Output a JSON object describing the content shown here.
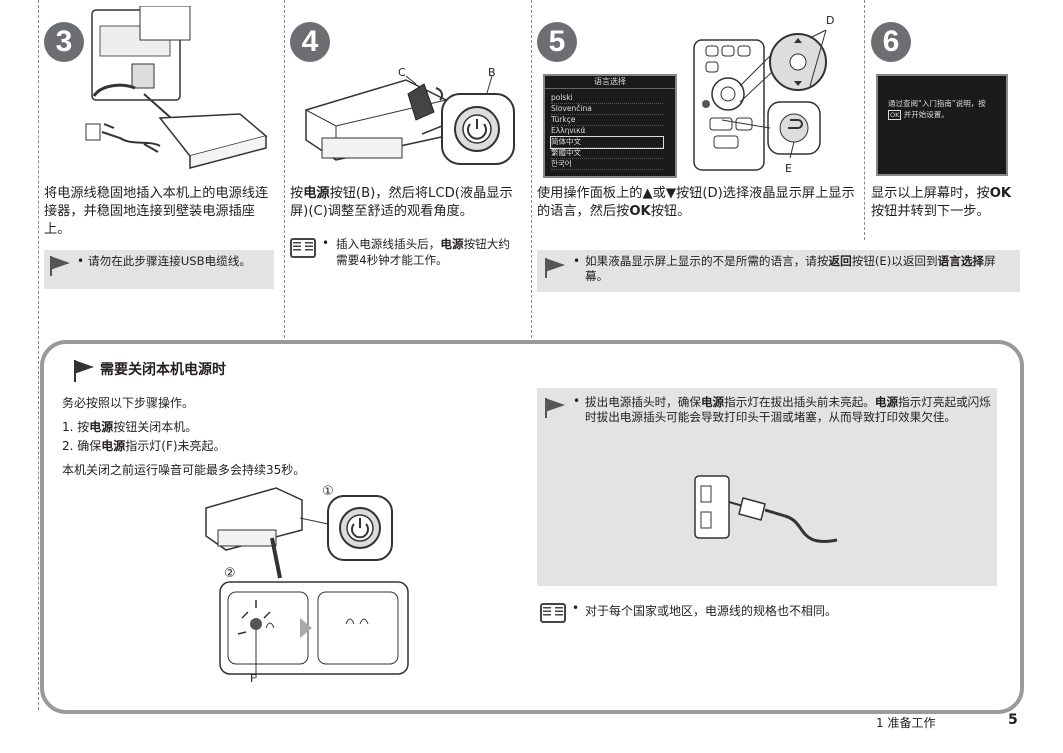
{
  "steps": {
    "s3": {
      "number": "3",
      "text": "将电源线稳固地插入本机上的电源线连接器，并稳固地连接到壁装电源插座上。",
      "note": "请勿在此步骤连接USB电缆线。"
    },
    "s4": {
      "number": "4",
      "text_pre": "按",
      "text_bold": "电源",
      "text_post": "按钮(B)，然后将LCD(液晶显示屏)(C)调整至舒适的观看角度。",
      "label_c": "C",
      "label_b": "B",
      "memo_pre": "插入电源线插头后，",
      "memo_bold": "电源",
      "memo_post": "按钮大约需要4秒钟才能工作。"
    },
    "s5": {
      "number": "5",
      "text_pre": "使用操作面板上的▲或▼按钮(D)选择液晶显示屏上显示的语言，然后按",
      "text_bold": "OK",
      "text_post": "按钮。",
      "label_d": "D",
      "label_e": "E",
      "lcd_title": "语言选择",
      "lcd_items": [
        "polski",
        "Slovenčina",
        "Türkçe",
        "Ελληνικά",
        "简体中文",
        "繁體中文",
        "한국어"
      ],
      "note_pre": "如果液晶显示屏上显示的不是所需的语言，请按",
      "note_bold1": "返回",
      "note_mid": "按钮(E)以返回到",
      "note_bold2": "语言选择",
      "note_post": "屏幕。"
    },
    "s6": {
      "number": "6",
      "lcd_line1": "通过查阅“入门指南”说明，按",
      "lcd_ok": "OK",
      "lcd_line2": "并开始设置。",
      "text_pre": "显示以上屏幕时，按",
      "text_bold": "OK",
      "text_post": "按钮并转到下一步。"
    }
  },
  "shutdown": {
    "heading": "需要关闭本机电源时",
    "intro": "务必按照以下步骤操作。",
    "step1_pre": "1. 按",
    "step1_bold": "电源",
    "step1_post": "按钮关闭本机。",
    "step2_pre": "2. 确保",
    "step2_bold": "电源",
    "step2_post": "指示灯(F)未亮起。",
    "noise": "本机关闭之前运行噪音可能最多会持续35秒。",
    "circle1": "①",
    "circle2": "②",
    "label_f": "F",
    "warn_pre": "拔出电源插头时，确保",
    "warn_b1": "电源",
    "warn_mid": "指示灯在拔出插头前未亮起。",
    "warn_b2": "电源",
    "warn_post": "指示灯亮起或闪烁时拔出电源插头可能会导致打印头干涸或堵塞，从而导致打印效果欠佳。",
    "memo": "对于每个国家或地区，电源线的规格也不相同。"
  },
  "footer": {
    "section": "1 准备工作",
    "page": "5"
  }
}
